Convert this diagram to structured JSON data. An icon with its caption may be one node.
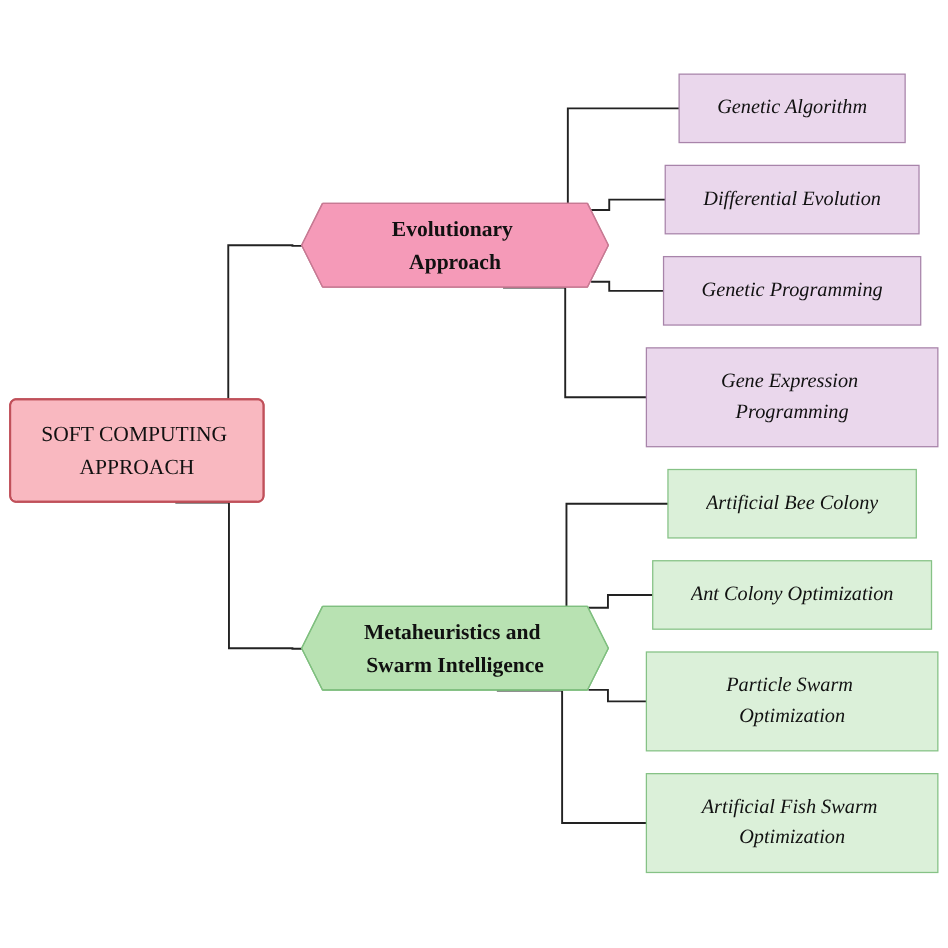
{
  "diagram": {
    "nodes": [
      {
        "text": [
          "SOFT COMPUTING APPROACH"
        ]
      },
      {
        "text": [
          "Evolutionary Approach"
        ]
      },
      {
        "text": [
          "Metaheuristics and Swarm Intelligence"
        ]
      },
      {
        "text": [
          "Genetic Algorithm"
        ]
      },
      {
        "text": [
          "Differential Evolution"
        ]
      },
      {
        "text": [
          "Genetic Programming"
        ]
      },
      {
        "text": [
          "Gene Expression Programming"
        ]
      },
      {
        "text": [
          "Artificial Bee Colony"
        ]
      },
      {
        "text": [
          "Ant Colony Optimization"
        ]
      },
      {
        "text": [
          "Particle Swarm Optimization"
        ]
      },
      {
        "text": [
          "Artificial Fish Swarm Optimization"
        ]
      }
    ],
    "edges": [
      {
        "from": 0,
        "to": 1,
        "arrow": "none"
      },
      {
        "from": 0,
        "to": 2,
        "arrow": "none"
      },
      {
        "from": 1,
        "to": 3,
        "arrow": "none"
      },
      {
        "from": 1,
        "to": 4,
        "arrow": "none"
      },
      {
        "from": 1,
        "to": 5,
        "arrow": "none"
      },
      {
        "from": 1,
        "to": 6,
        "arrow": "none"
      },
      {
        "from": 2,
        "to": 7,
        "arrow": "none"
      },
      {
        "from": 2,
        "to": 8,
        "arrow": "none"
      },
      {
        "from": 2,
        "to": 9,
        "arrow": "none"
      },
      {
        "from": 2,
        "to": 10,
        "arrow": "none"
      }
    ]
  }
}
